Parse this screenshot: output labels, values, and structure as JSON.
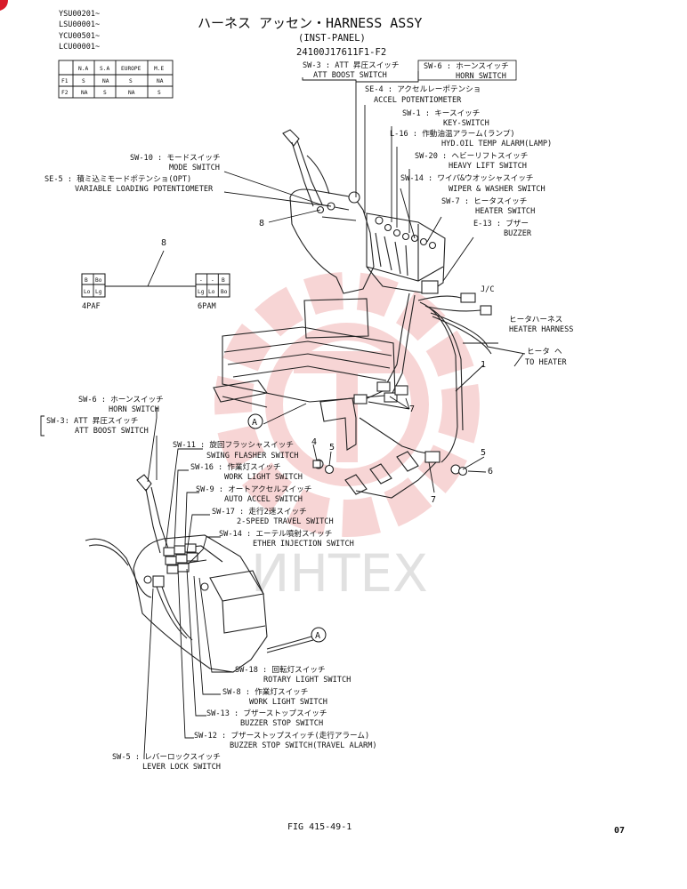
{
  "serials": [
    "YSU00201~",
    "LSU00001~",
    "YCU00501~",
    "LCU00001~"
  ],
  "title": "ハーネス アッセン・HARNESS ASSY",
  "subtitle": "(INST-PANEL)",
  "part_number": "24100J17611F1-F2",
  "spec_table": {
    "headers": [
      "",
      "N.A",
      "S.A",
      "EUROPE",
      "M.E"
    ],
    "rows": [
      [
        "F1",
        "S",
        "NA",
        "S",
        "NA"
      ],
      [
        "F2",
        "NA",
        "S",
        "NA",
        "S"
      ]
    ]
  },
  "top_labels": [
    {
      "code": "SW-3 : ATT 昇圧スイッチ",
      "en": "ATT BOOST SWITCH"
    },
    {
      "code": "SW-6 : ホーンスイッチ",
      "en": "HORN SWITCH"
    },
    {
      "code": "SE-4 : アクセルレーポテンショ",
      "en": "ACCEL POTENTIOMETER"
    },
    {
      "code": "SW-1 : キースイッチ",
      "en": "KEY-SWITCH"
    },
    {
      "code": "L-16 : 作動油温アラーム(ランプ)",
      "en": "HYD.OIL TEMP ALARM(LAMP)"
    },
    {
      "code": "SW-20 : ヘビーリフトスイッチ",
      "en": "HEAVY LIFT SWITCH"
    },
    {
      "code": "SW-14 : ワイパ&ウオッシャスイッチ",
      "en": "WIPER & WASHER SWITCH"
    },
    {
      "code": "SW-7 : ヒータスイッチ",
      "en": "HEATER SWITCH"
    },
    {
      "code": "E-13 : ブザー",
      "en": "BUZZER"
    },
    {
      "code": "SW-10 : モードスイッチ",
      "en": "MODE SWITCH"
    },
    {
      "code": "SE-5 : 積ミ込ミモードポテンショ(OPT)",
      "en": "VARIABLE LOADING POTENTIOMETER"
    }
  ],
  "connectors": {
    "left_name": "4PAF",
    "right_name": "6PAM",
    "left_pins": [
      "B",
      "Bo",
      "Lo",
      "Lg"
    ],
    "right_pins": [
      "-",
      "-",
      "B",
      "Lg",
      "Lo",
      "Bo"
    ]
  },
  "harness_labels": {
    "jc": "J/C",
    "heater_harness_jp": "ヒータハーネス",
    "heater_harness_en": "HEATER HARNESS",
    "to_heater_jp": "ヒータ ヘ",
    "to_heater_en": "TO HEATER"
  },
  "bottom_labels": [
    {
      "code": "SW-6 : ホーンスイッチ",
      "en": "HORN SWITCH"
    },
    {
      "code": "SW-3: ATT 昇圧スイッチ",
      "en": "ATT BOOST SWITCH"
    },
    {
      "code": "SW-11 : 旋回フラッシャスイッチ",
      "en": "SWING FLASHER SWITCH"
    },
    {
      "code": "SW-16 : 作業灯スイッチ",
      "en": "WORK LIGHT SWITCH"
    },
    {
      "code": "SW-9 : オートアクセルスイッチ",
      "en": "AUTO ACCEL SWITCH"
    },
    {
      "code": "SW-17 : 走行2速スイッチ",
      "en": "2-SPEED TRAVEL SWITCH"
    },
    {
      "code": "SW-14 : エーテル噴射スイッチ",
      "en": "ETHER INJECTION SWITCH"
    },
    {
      "code": "SW-18 : 回転灯スイッチ",
      "en": "ROTARY LIGHT SWITCH"
    },
    {
      "code": "SW-8 : 作業灯スイッチ",
      "en": "WORK LIGHT SWITCH"
    },
    {
      "code": "SW-13 : ブザーストップスイッチ",
      "en": "BUZZER STOP SWITCH"
    },
    {
      "code": "SW-12 : ブザーストップスイッチ(走行アラーム)",
      "en": "BUZZER STOP SWITCH(TRAVEL ALARM)"
    },
    {
      "code": "SW-5 : レバーロックスイッチ",
      "en": "LEVER LOCK SWITCH"
    }
  ],
  "refs": {
    "r1": "1",
    "r4": "4",
    "r5a": "5",
    "r5b": "5",
    "r6": "6",
    "r7a": "7",
    "r7b": "7",
    "r8a": "8",
    "r8b": "8",
    "detail_a1": "A",
    "detail_a2": "A"
  },
  "watermark": "ИНТЕХ",
  "footer": {
    "figure": "FIG 415-49-1",
    "page": "07"
  }
}
